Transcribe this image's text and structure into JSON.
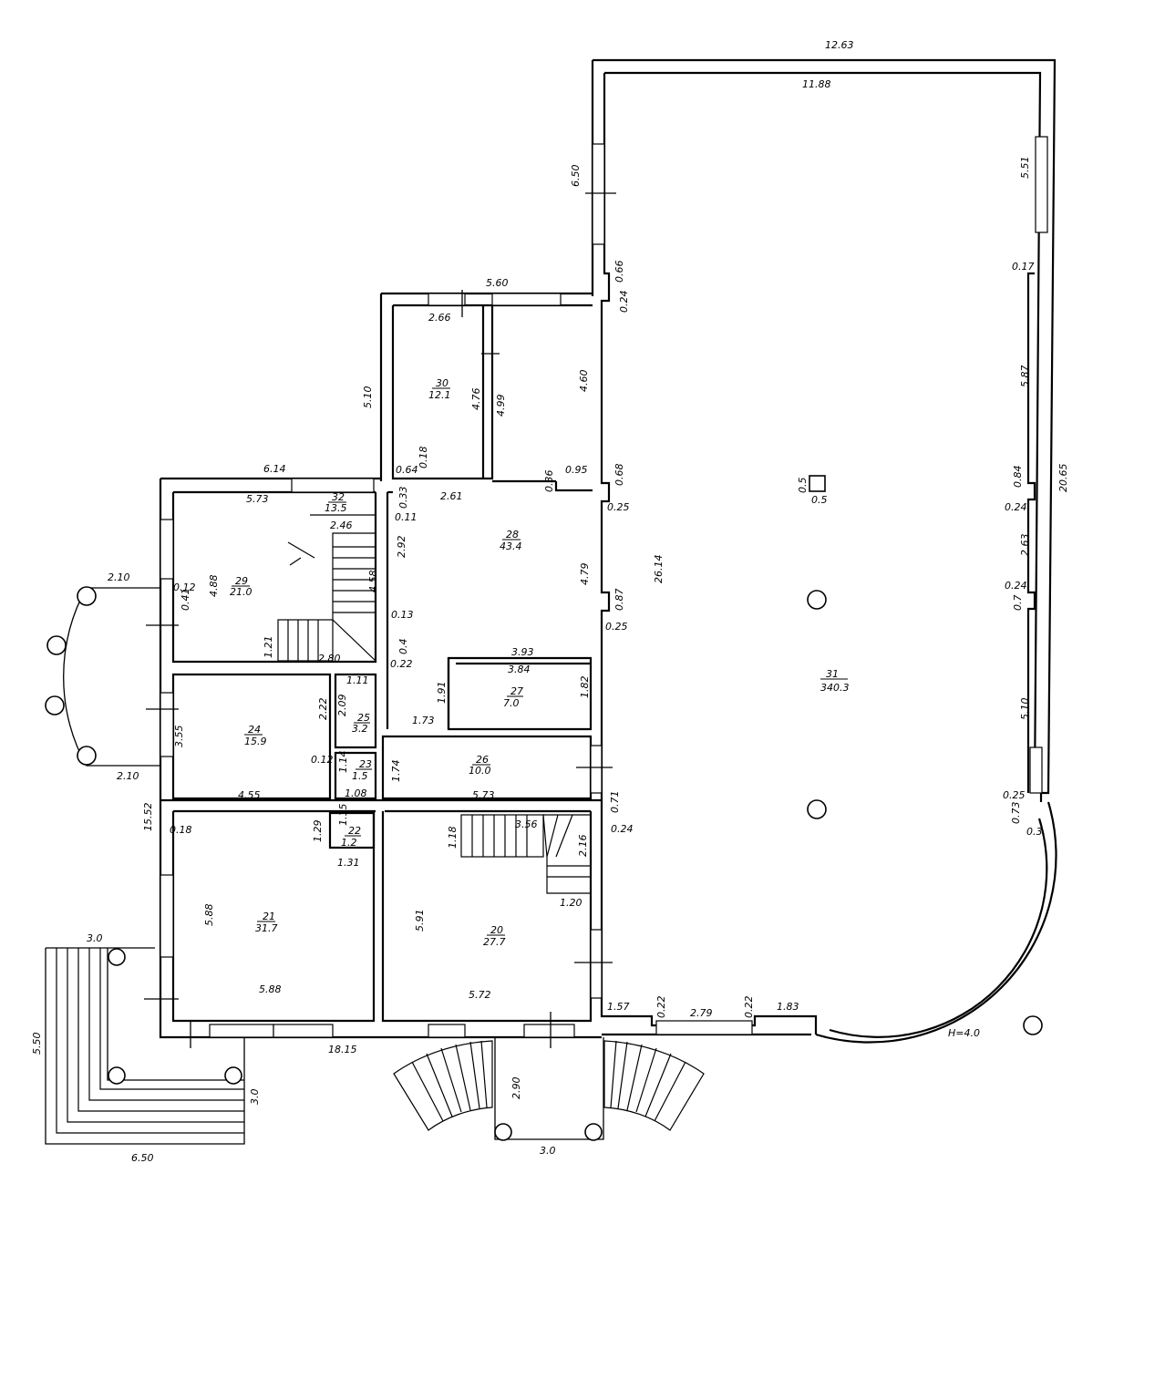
{
  "dimensions": [
    {
      "id": "d1",
      "text": "12.63"
    },
    {
      "id": "d2",
      "text": "11.88"
    },
    {
      "id": "d3",
      "text": "6.50"
    },
    {
      "id": "d4",
      "text": "5.51"
    },
    {
      "id": "d5",
      "text": "0.17"
    },
    {
      "id": "d6",
      "text": "5.60"
    },
    {
      "id": "d7",
      "text": "0.66"
    },
    {
      "id": "d8",
      "text": "0.24"
    },
    {
      "id": "d9",
      "text": "2.66"
    },
    {
      "id": "d10",
      "text": "4.76"
    },
    {
      "id": "d11",
      "text": "4.99"
    },
    {
      "id": "d12",
      "text": "4.60"
    },
    {
      "id": "d13",
      "text": "5.87"
    },
    {
      "id": "d14",
      "text": "5.10"
    },
    {
      "id": "d15",
      "text": "0.64"
    },
    {
      "id": "d16",
      "text": "0.18"
    },
    {
      "id": "d17",
      "text": "0.36"
    },
    {
      "id": "d18",
      "text": "0.95"
    },
    {
      "id": "d19",
      "text": "0.68"
    },
    {
      "id": "d20",
      "text": "0.84"
    },
    {
      "id": "d21",
      "text": "20.65"
    },
    {
      "id": "d22",
      "text": "6.14"
    },
    {
      "id": "d23",
      "text": "5.73"
    },
    {
      "id": "d24",
      "text": "0.33"
    },
    {
      "id": "d25",
      "text": "2.61"
    },
    {
      "id": "d26",
      "text": "0.5"
    },
    {
      "id": "d27",
      "text": "0.5"
    },
    {
      "id": "d28",
      "text": "0.25"
    },
    {
      "id": "d29",
      "text": "0.24"
    },
    {
      "id": "d30",
      "text": "2.46"
    },
    {
      "id": "d31",
      "text": "0.11"
    },
    {
      "id": "d32",
      "text": "2.63"
    },
    {
      "id": "d33",
      "text": "4.88"
    },
    {
      "id": "d34",
      "text": "2.92"
    },
    {
      "id": "d35",
      "text": "4.79"
    },
    {
      "id": "d36",
      "text": "26.14"
    },
    {
      "id": "d37",
      "text": "2.10"
    },
    {
      "id": "d38",
      "text": "0.12"
    },
    {
      "id": "d39",
      "text": "0.41"
    },
    {
      "id": "d40",
      "text": "4.58"
    },
    {
      "id": "d41",
      "text": "0.24"
    },
    {
      "id": "d42",
      "text": "0.87"
    },
    {
      "id": "d43",
      "text": "0.7"
    },
    {
      "id": "d44",
      "text": "0.13"
    },
    {
      "id": "d45",
      "text": "0.25"
    },
    {
      "id": "d46",
      "text": "1.21"
    },
    {
      "id": "d47",
      "text": "2.80"
    },
    {
      "id": "d48",
      "text": "0.4"
    },
    {
      "id": "d49",
      "text": "3.93"
    },
    {
      "id": "d50",
      "text": "0.22"
    },
    {
      "id": "d51",
      "text": "3.84"
    },
    {
      "id": "d52",
      "text": "1.11"
    },
    {
      "id": "d53",
      "text": "2.22"
    },
    {
      "id": "d54",
      "text": "2.09"
    },
    {
      "id": "d55",
      "text": "1.91"
    },
    {
      "id": "d56",
      "text": "1.82"
    },
    {
      "id": "d57",
      "text": "5.10"
    },
    {
      "id": "d58",
      "text": "3.55"
    },
    {
      "id": "d59",
      "text": "1.73"
    },
    {
      "id": "d60",
      "text": "0.12"
    },
    {
      "id": "d61",
      "text": "1.14"
    },
    {
      "id": "d62",
      "text": "1.74"
    },
    {
      "id": "d63",
      "text": "2.10"
    },
    {
      "id": "d64",
      "text": "4.55"
    },
    {
      "id": "d65",
      "text": "1.08"
    },
    {
      "id": "d66",
      "text": "5.73"
    },
    {
      "id": "d67",
      "text": "0.25"
    },
    {
      "id": "d68",
      "text": "0.71"
    },
    {
      "id": "d69",
      "text": "0.73"
    },
    {
      "id": "d70",
      "text": "15.52"
    },
    {
      "id": "d71",
      "text": "0.18"
    },
    {
      "id": "d72",
      "text": "1.29"
    },
    {
      "id": "d73",
      "text": "1.15"
    },
    {
      "id": "d74",
      "text": "1.18"
    },
    {
      "id": "d75",
      "text": "3.56"
    },
    {
      "id": "d76",
      "text": "0.24"
    },
    {
      "id": "d77",
      "text": "0.3"
    },
    {
      "id": "d78",
      "text": "1.31"
    },
    {
      "id": "d79",
      "text": "2.16"
    },
    {
      "id": "d80",
      "text": "5.88"
    },
    {
      "id": "d81",
      "text": "5.91"
    },
    {
      "id": "d82",
      "text": "1.20"
    },
    {
      "id": "d83",
      "text": "3.0"
    },
    {
      "id": "d84",
      "text": "5.88"
    },
    {
      "id": "d85",
      "text": "5.72"
    },
    {
      "id": "d86",
      "text": "1.57"
    },
    {
      "id": "d87",
      "text": "0.22"
    },
    {
      "id": "d88",
      "text": "2.79"
    },
    {
      "id": "d89",
      "text": "0.22"
    },
    {
      "id": "d90",
      "text": "1.83"
    },
    {
      "id": "d91",
      "text": "5.50"
    },
    {
      "id": "d92",
      "text": "18.15"
    },
    {
      "id": "d93",
      "text": "H=4.0"
    },
    {
      "id": "d94",
      "text": "2.90"
    },
    {
      "id": "d95",
      "text": "3.0"
    },
    {
      "id": "d96",
      "text": "3.0"
    },
    {
      "id": "d97",
      "text": "6.50"
    }
  ],
  "rooms": [
    {
      "id": "r30",
      "number": "30",
      "area": "12.1"
    },
    {
      "id": "r32",
      "number": "32",
      "area": "13.5"
    },
    {
      "id": "r28",
      "number": "28",
      "area": "43.4"
    },
    {
      "id": "r29",
      "number": "29",
      "area": "21.0"
    },
    {
      "id": "r27",
      "number": "27",
      "area": "7.0"
    },
    {
      "id": "r31",
      "number": "31",
      "area": "340.3"
    },
    {
      "id": "r24",
      "number": "24",
      "area": "15.9"
    },
    {
      "id": "r25",
      "number": "25",
      "area": "3.2"
    },
    {
      "id": "r23",
      "number": "23",
      "area": "1.5"
    },
    {
      "id": "r26",
      "number": "26",
      "area": "10.0"
    },
    {
      "id": "r22",
      "number": "22",
      "area": "1.2"
    },
    {
      "id": "r21",
      "number": "21",
      "area": "31.7"
    },
    {
      "id": "r20",
      "number": "20",
      "area": "27.7"
    }
  ]
}
